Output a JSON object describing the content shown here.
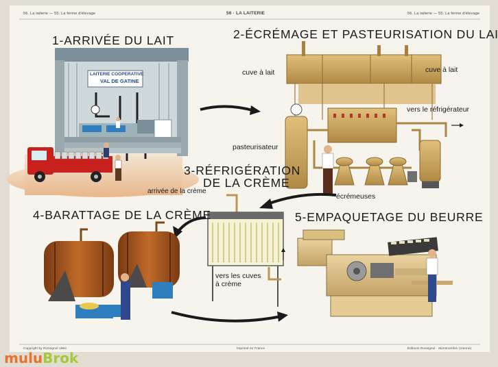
{
  "page_header": {
    "left": "56. La laiterie  —  55. La ferme d'élevage",
    "center": "56 · LA LAITERIE",
    "right": "56. La laiterie  —  55. La ferme d'élevage"
  },
  "sections": [
    {
      "number": "1",
      "title": "ARRIVÉE DU LAIT"
    },
    {
      "number": "2",
      "title": "ÉCRÉMAGE ET PASTEURISATION DU LAIT"
    },
    {
      "number": "3",
      "title_line1": "RÉFRIGÉRATION",
      "title_line2": "DE LA CRÈME"
    },
    {
      "number": "4",
      "title": "BARATTAGE DE LA CRÈME"
    },
    {
      "number": "5",
      "title": "EMPAQUETAGE DU BEURRE"
    }
  ],
  "building_sign": {
    "line1": "LAITERIE COOPERATIVE",
    "line2": "VAL DE GATINE"
  },
  "labels": {
    "cuve_left": "cuve à lait",
    "cuve_right": "cuve à lait",
    "vers_refrigerateur": "vers le réfrigérateur",
    "pasteurisateur": "pasteurisateur",
    "arrivee_creme": "arrivée de la crème",
    "ecremeuses": "écrémeuses",
    "vers_cuves_line1": "vers les cuves",
    "vers_cuves_line2": "à crème"
  },
  "footer": {
    "left": "Copyright by Rossignol 1963",
    "center": "Imprimé en France",
    "right": "Éditions Rossignol · Montmorillon (Vienne)"
  },
  "watermark": {
    "part1": "mulu",
    "part2": "Brok"
  },
  "colors": {
    "paper": "#f6f3ec",
    "ink": "#1a1a1a",
    "truck_red": "#c8201c",
    "machine_tan": "#c9a25a",
    "churn_brown": "#a35a22",
    "watermark_orange": "#e8712c",
    "watermark_green": "#a3c93a"
  }
}
